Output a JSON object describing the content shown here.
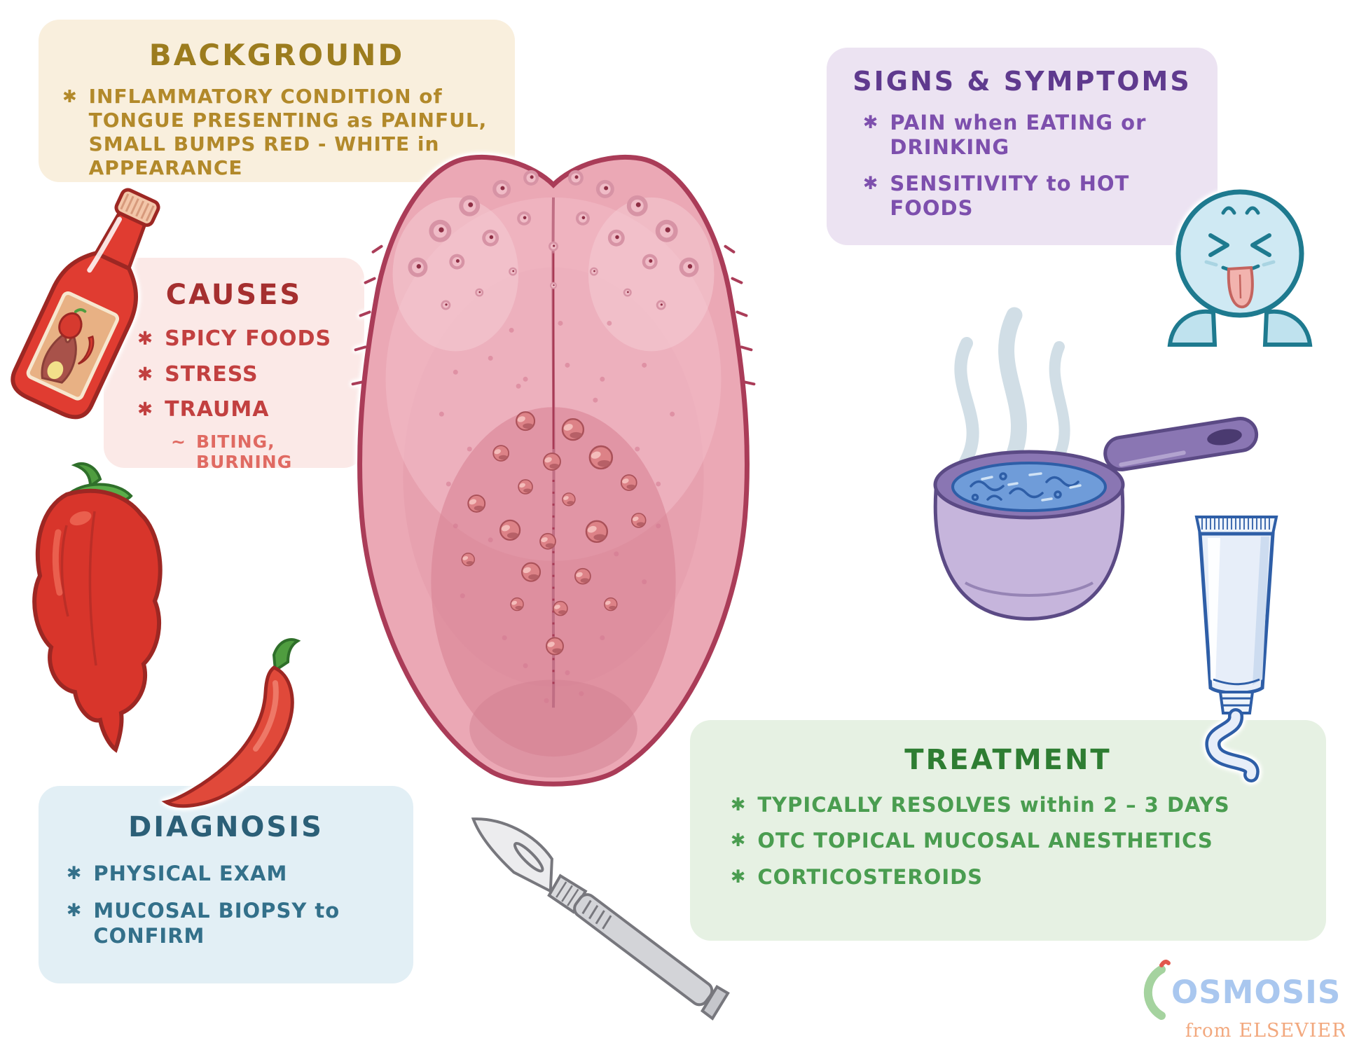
{
  "palette": {
    "background-box": "#f9efdd",
    "background-title": "#9c7c1e",
    "background-text": "#b2892a",
    "signs-box": "#ece3f2",
    "signs-title": "#5f3a8e",
    "signs-text": "#7d4fad",
    "causes-box": "#fbe9e7",
    "causes-title": "#a52f2f",
    "causes-text": "#c24040",
    "causes-subtext": "#e06a62",
    "diagnosis-box": "#e2eff5",
    "diagnosis-title": "#2b5f77",
    "diagnosis-text": "#33708a",
    "treatment-box": "#e6f1e3",
    "treatment-title": "#2e7d32",
    "treatment-text": "#4a9d50",
    "logo-blue": "#a9c7ef",
    "logo-green": "#a5d39f",
    "logo-orange": "#f2a87e",
    "logo-red": "#e2574d"
  },
  "sections": {
    "background": {
      "title": "BACKGROUND",
      "bullet": "✱",
      "items": [
        {
          "text": "INFLAMMATORY CONDITION of TONGUE PRESENTING as PAINFUL, SMALL BUMPS RED - WHITE in APPEARANCE"
        }
      ]
    },
    "signs": {
      "title": "SIGNS & SYMPTOMS",
      "bullet": "✱",
      "items": [
        {
          "text": "PAIN when EATING or DRINKING"
        },
        {
          "text": "SENSITIVITY to HOT FOODS"
        }
      ]
    },
    "causes": {
      "title": "CAUSES",
      "bullet": "✱",
      "items": [
        {
          "text": "SPICY FOODS"
        },
        {
          "text": "STRESS"
        },
        {
          "text": "TRAUMA"
        }
      ],
      "sub_bullet": "~",
      "sub_item": "BITING, BURNING"
    },
    "diagnosis": {
      "title": "DIAGNOSIS",
      "bullet": "✱",
      "items": [
        {
          "text": "PHYSICAL EXAM"
        },
        {
          "text": "MUCOSAL BIOPSY to CONFIRM"
        }
      ]
    },
    "treatment": {
      "title": "TREATMENT",
      "bullet": "✱",
      "items": [
        {
          "text": "TYPICALLY RESOLVES within 2 – 3 DAYS"
        },
        {
          "text": "OTC TOPICAL MUCOSAL ANESTHETICS"
        },
        {
          "text": "CORTICOSTEROIDS"
        }
      ]
    }
  },
  "logo": {
    "brand": "OSMOSIS",
    "tagline_prefix": "from",
    "tagline_brand": "ELSEVIER"
  },
  "illustrations": [
    "tongue with inflamed red bumps",
    "hot sauce bottle",
    "ghost pepper",
    "chili pepper",
    "scalpel",
    "face with tongue out",
    "pot of boiling water",
    "tube of topical anesthetic"
  ]
}
